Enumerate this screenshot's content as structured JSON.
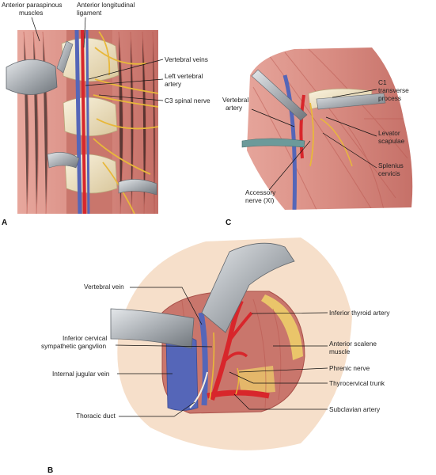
{
  "panels": {
    "a": {
      "letter": "A",
      "labels": {
        "anterior_paraspinous": [
          "Anterior paraspinous",
          "muscles"
        ],
        "anterior_longitudinal": [
          "Anterior longitudinal",
          "ligament"
        ],
        "vertebral_veins": "Vertebral veins",
        "left_vertebral_artery": [
          "Left vertebral",
          "artery"
        ],
        "c3_spinal_nerve": "C3 spinal nerve"
      }
    },
    "c": {
      "letter": "C",
      "labels": {
        "vertebral_artery": [
          "Vertebral",
          "artery"
        ],
        "c1_transverse": [
          "C1",
          "transverse",
          "process"
        ],
        "levator_scapulae": [
          "Levator",
          "scapulae"
        ],
        "splenius_cervicis": [
          "Splenius",
          "cervicis"
        ],
        "accessory_nerve": [
          "Accessory",
          "nerve (XI)"
        ]
      }
    },
    "b": {
      "letter": "B",
      "labels": {
        "vertebral_vein": "Vertebral vein",
        "inferior_cervical": [
          "Inferior cervical",
          "sympathetic gangvlion"
        ],
        "internal_jugular": "Internal jugular vein",
        "thoracic_duct": "Thoracic duct",
        "inferior_thyroid": "Inferior thyroid artery",
        "anterior_scalene": [
          "Anterior scalene",
          "muscle"
        ],
        "phrenic_nerve": "Phrenic nerve",
        "thyrocervical_trunk": "Thyrocervical trunk",
        "subclavian_artery": "Subclavian artery"
      }
    }
  },
  "colors": {
    "muscle": "#d98d83",
    "muscle_dark": "#b9574f",
    "bone": "#f1e6c8",
    "bone_shade": "#d9c79c",
    "nerve": "#e8b83a",
    "artery": "#d8262b",
    "vein": "#5566b8",
    "retractor": "#a9aeb3",
    "skin": "#f2d2b4",
    "fat": "#f0d36a"
  },
  "icons": [
    "retractor-icon"
  ]
}
